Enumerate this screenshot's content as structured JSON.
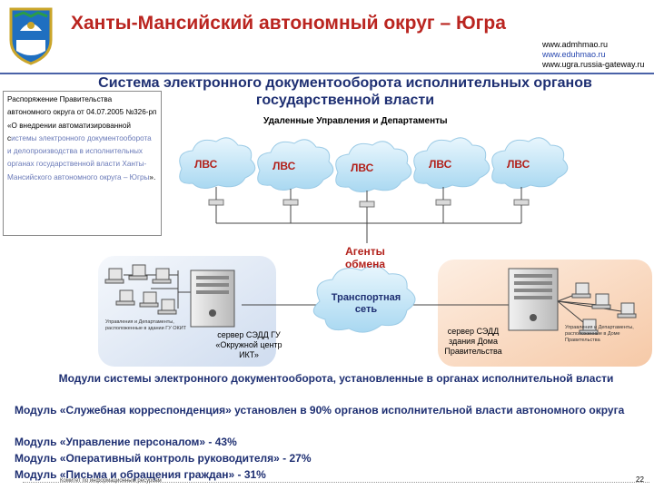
{
  "header": {
    "title": "Ханты-Мансийский автономный округ – Югра",
    "links": [
      "www.admhmao.ru",
      "www.eduhmao.ru",
      "www.ugra.russia-gateway.ru"
    ]
  },
  "slide": {
    "subtitle": "Система электронного документооборота исполнительных органов государственной власти",
    "note_plain": "Распоряжение Правительства автономного округа от 04.07.2005 №326-рп «О внедрении автоматизированной с",
    "note_link": "истемы электронного документооборота и делопроизводства в исполнительных органах государственной власти Ханты-Мансийского автономного округа – Югры",
    "note_tail": "».",
    "dept_label": "Удаленные Управления и Департаменты",
    "lan_label": "ЛВС",
    "agents_label": "Агенты обмена",
    "transport_label": "Транспортная сеть",
    "left_zone_caption": "Управления и Департаменты, расположенные в здании ГУ ОКИТ",
    "left_server_label": "сервер СЭДД ГУ «Окружной центр ИКТ»",
    "right_server_label": "сервер СЭДД здания Дома Правительства",
    "right_zone_caption": "Управления и Департаменты, расположенные в Доме Правительства",
    "modules_title": "Модули системы электронного документооборота, установленные в органах исполнительной власти",
    "modules": [
      "Модуль «Служебная корреспонденция» установлен в 90% органов исполнительной власти автономного округа",
      "Модуль «Управление персоналом» - 43%",
      "Модуль «Оперативный контроль руководителя» - 27%",
      "Модуль «Письма и обращения граждан» - 31%"
    ]
  },
  "footer": {
    "org": "Комитет по информационным ресурсам",
    "page": "22"
  },
  "colors": {
    "title_red": "#ba2520",
    "navy": "#1e2f72",
    "cloud_blue": "#c5e6f7",
    "cloud_text": "#b2201a",
    "left_zone": "#e3ecf7",
    "right_zone": "#fce3d0"
  },
  "icons": [
    "coat-of-arms-icon",
    "cloud-icon",
    "server-icon",
    "workstation-icon",
    "hub-icon"
  ]
}
